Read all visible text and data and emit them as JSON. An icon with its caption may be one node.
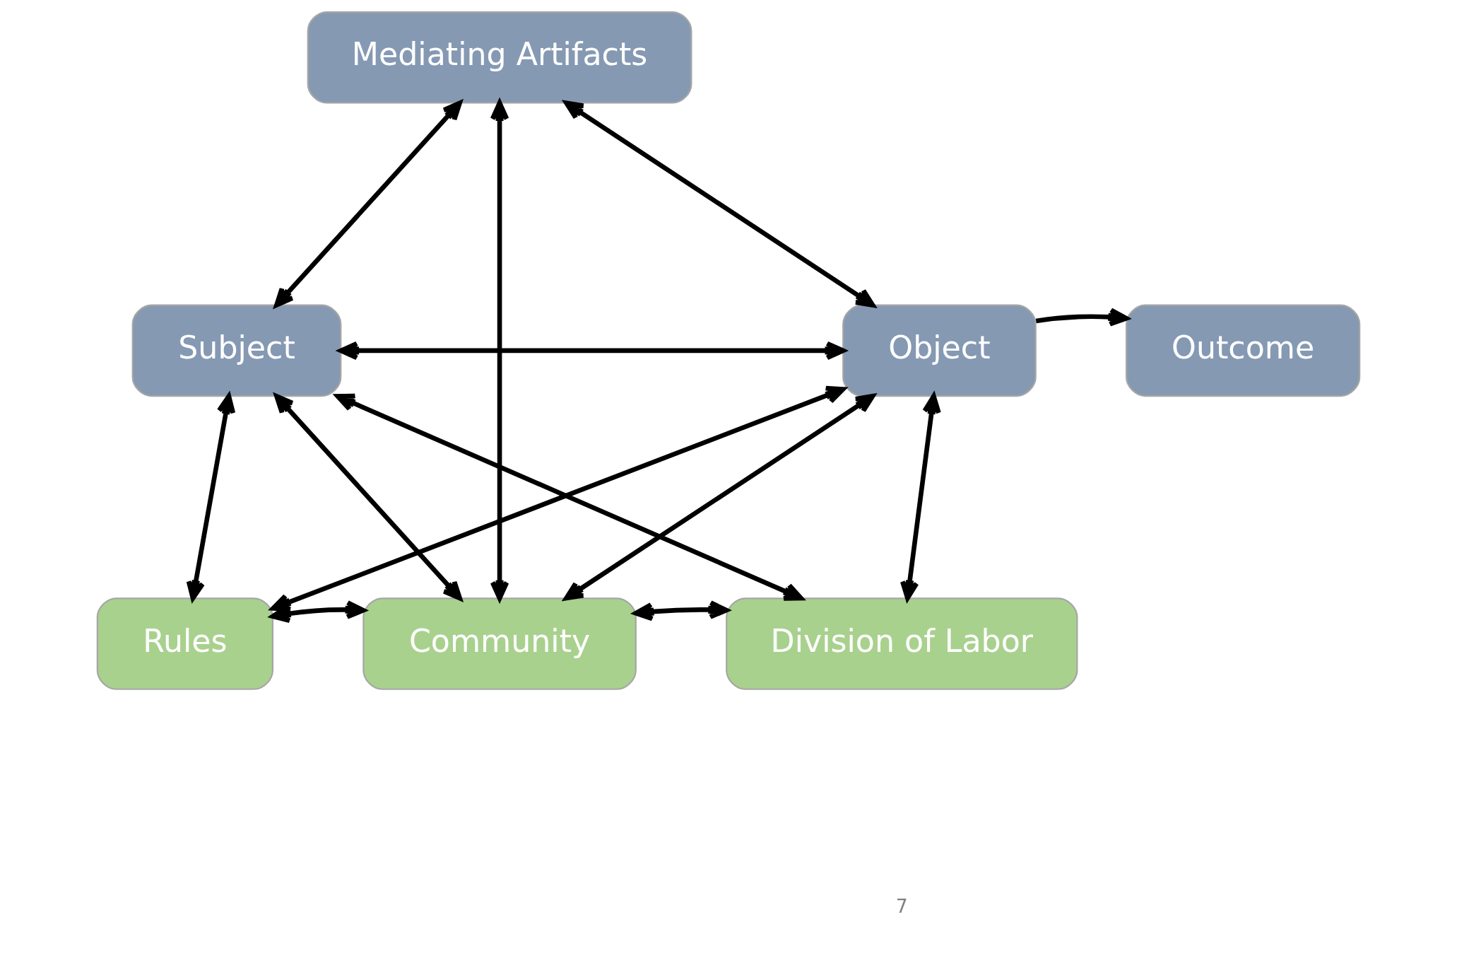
{
  "diagram": {
    "nodes": [
      {
        "text": [
          "Mediating Artifacts"
        ]
      },
      {
        "text": [
          "Subject"
        ]
      },
      {
        "text": [
          "Object"
        ]
      },
      {
        "text": [
          "Outcome"
        ]
      },
      {
        "text": [
          "Rules"
        ]
      },
      {
        "text": [
          "Community"
        ]
      },
      {
        "text": [
          "Division of Labor"
        ]
      }
    ],
    "edges": [
      {
        "from": 0,
        "to": 1,
        "arrow": "both"
      },
      {
        "from": 0,
        "to": 2,
        "arrow": "both"
      },
      {
        "from": 0,
        "to": 5,
        "arrow": "both"
      },
      {
        "from": 1,
        "to": 2,
        "arrow": "both"
      },
      {
        "from": 1,
        "to": 4,
        "arrow": "both"
      },
      {
        "from": 1,
        "to": 5,
        "arrow": "both"
      },
      {
        "from": 1,
        "to": 6,
        "arrow": "both"
      },
      {
        "from": 2,
        "to": 4,
        "arrow": "both"
      },
      {
        "from": 2,
        "to": 5,
        "arrow": "both"
      },
      {
        "from": 2,
        "to": 6,
        "arrow": "both"
      },
      {
        "from": 4,
        "to": 5,
        "arrow": "both"
      },
      {
        "from": 5,
        "to": 6,
        "arrow": "both"
      },
      {
        "from": 2,
        "to": 3,
        "arrow": "to"
      }
    ],
    "labels": [
      "7"
    ]
  }
}
